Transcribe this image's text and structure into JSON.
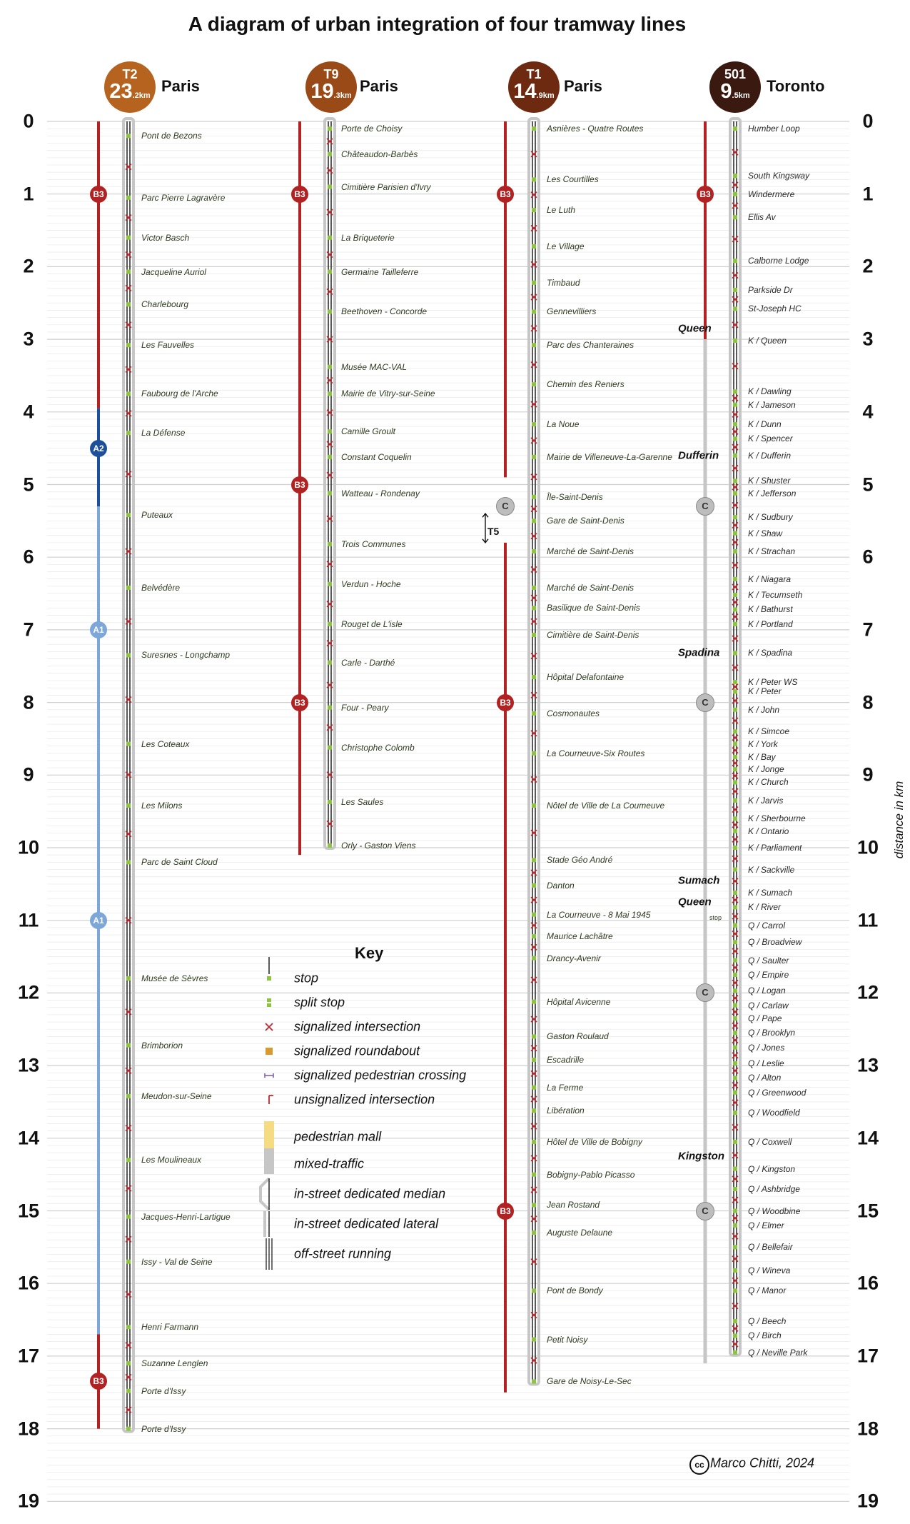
{
  "title": "A diagram of urban integration of four tramway lines",
  "y_axis": {
    "label": "distance in km",
    "ticks": [
      0,
      1,
      2,
      3,
      4,
      5,
      6,
      7,
      8,
      9,
      10,
      11,
      12,
      13,
      14,
      15,
      16,
      17,
      18,
      19
    ],
    "range": [
      0,
      19
    ]
  },
  "lines": [
    {
      "id": "T2",
      "length_int": "23",
      "length_dec": ".2km",
      "city": "Paris",
      "color": "#b5631f",
      "stops": [
        {
          "name": "Pont de Bezons",
          "km": 0.2
        },
        {
          "name": "Parc Pierre Lagravère",
          "km": 1.05
        },
        {
          "name": "Victor Basch",
          "km": 1.6
        },
        {
          "name": "Jacqueline Auriol",
          "km": 2.07
        },
        {
          "name": "Charlebourg",
          "km": 2.52
        },
        {
          "name": "Les Fauvelles",
          "km": 3.08
        },
        {
          "name": "Faubourg de l'Arche",
          "km": 3.75
        },
        {
          "name": "La Défense",
          "km": 4.29
        },
        {
          "name": "Puteaux",
          "km": 5.42
        },
        {
          "name": "Belvédère",
          "km": 6.42
        },
        {
          "name": "Suresnes - Longchamp",
          "km": 7.35
        },
        {
          "name": "Les Coteaux",
          "km": 8.57
        },
        {
          "name": "Les Milons",
          "km": 9.42
        },
        {
          "name": "Parc de Saint Cloud",
          "km": 10.2
        },
        {
          "name": "Musée de Sèvres",
          "km": 11.8
        },
        {
          "name": "Brimborion",
          "km": 12.72
        },
        {
          "name": "Meudon-sur-Seine",
          "km": 13.42
        },
        {
          "name": "Les Moulineaux",
          "km": 14.3
        },
        {
          "name": "Jacques-Henri-Lartigue",
          "km": 15.08
        },
        {
          "name": "Issy - Val de Seine",
          "km": 15.7
        },
        {
          "name": "Henri Farmann",
          "km": 16.6
        },
        {
          "name": "Suzanne Lenglen",
          "km": 17.1
        },
        {
          "name": "Porte d'Issy",
          "km": 17.48
        },
        {
          "name": "Porte d'Issy",
          "km": 18.0
        }
      ],
      "bus": [
        {
          "label": "B3",
          "km": 1.0,
          "color": "#b22222"
        },
        {
          "label": "A2",
          "km": 4.5,
          "color": "#1d4f9a"
        },
        {
          "label": "A1",
          "km": 7.0,
          "color": "#7da6d9"
        },
        {
          "label": "A1",
          "km": 11.0,
          "color": "#7da6d9"
        },
        {
          "label": "B3",
          "km": 17.35,
          "color": "#b22222"
        }
      ]
    },
    {
      "id": "T9",
      "length_int": "19",
      "length_dec": ".3km",
      "city": "Paris",
      "color": "#9a4a16",
      "stops": [
        {
          "name": "Porte de Choisy",
          "km": 0.1
        },
        {
          "name": "Châteaudon-Barbès",
          "km": 0.45
        },
        {
          "name": "Cimitière Parisien d'Ivry",
          "km": 0.9
        },
        {
          "name": "La Briqueterie",
          "km": 1.6
        },
        {
          "name": "Germaine Tailleferre",
          "km": 2.07
        },
        {
          "name": "Beethoven - Concorde",
          "km": 2.62
        },
        {
          "name": "Musée MAC-VAL",
          "km": 3.38
        },
        {
          "name": "Mairie de Vitry-sur-Seine",
          "km": 3.75
        },
        {
          "name": "Camille Groult",
          "km": 4.27
        },
        {
          "name": "Constant Coquelin",
          "km": 4.62
        },
        {
          "name": "Watteau - Rondenay",
          "km": 5.12
        },
        {
          "name": "Trois Communes",
          "km": 5.82
        },
        {
          "name": "Verdun - Hoche",
          "km": 6.37
        },
        {
          "name": "Rouget de L'isle",
          "km": 6.92
        },
        {
          "name": "Carle - Darthé",
          "km": 7.45
        },
        {
          "name": "Four - Peary",
          "km": 8.07
        },
        {
          "name": "Christophe Colomb",
          "km": 8.62
        },
        {
          "name": "Les Saules",
          "km": 9.37
        },
        {
          "name": "Orly - Gaston Viens",
          "km": 9.97
        }
      ],
      "bus": [
        {
          "label": "B3",
          "km": 1.0,
          "color": "#b22222"
        },
        {
          "label": "B3",
          "km": 5.0,
          "color": "#b22222"
        },
        {
          "label": "B3",
          "km": 8.0,
          "color": "#b22222"
        }
      ]
    },
    {
      "id": "T1",
      "length_int": "14",
      "length_dec": ".9km",
      "city": "Paris",
      "color": "#6e2a10",
      "stops": [
        {
          "name": "Asnières - Quatre Routes",
          "km": 0.1
        },
        {
          "name": "Les Courtilles",
          "km": 0.8
        },
        {
          "name": "Le Luth",
          "km": 1.22
        },
        {
          "name": "Le Village",
          "km": 1.72
        },
        {
          "name": "Timbaud",
          "km": 2.22
        },
        {
          "name": "Gennevilliers",
          "km": 2.62
        },
        {
          "name": "Parc des Chanteraines",
          "km": 3.08
        },
        {
          "name": "Chemin des Reniers",
          "km": 3.62
        },
        {
          "name": "La Noue",
          "km": 4.17
        },
        {
          "name": "Mairie de Villeneuve-La-Garenne",
          "km": 4.62
        },
        {
          "name": "Île-Saint-Denis",
          "km": 5.17
        },
        {
          "name": "Gare de Saint-Denis",
          "km": 5.5
        },
        {
          "name": "Marché de Saint-Denis",
          "km": 5.92
        },
        {
          "name": "Marché de Saint-Denis",
          "km": 6.42
        },
        {
          "name": "Basilique de Saint-Denis",
          "km": 6.7
        },
        {
          "name": "Cimitière de Saint-Denis",
          "km": 7.07
        },
        {
          "name": "Hôpital Delafontaine",
          "km": 7.65
        },
        {
          "name": "Cosmonautes",
          "km": 8.15
        },
        {
          "name": "La Courneuve-Six Routes",
          "km": 8.7
        },
        {
          "name": "Nôtel de Ville de La Coumeuve",
          "km": 9.42
        },
        {
          "name": "Stade Géo André",
          "km": 10.17
        },
        {
          "name": "Danton",
          "km": 10.52
        },
        {
          "name": "La Courneuve - 8 Mai 1945",
          "km": 10.92
        },
        {
          "name": "Maurice Lachâtre",
          "km": 11.22
        },
        {
          "name": "Drancy-Avenir",
          "km": 11.52
        },
        {
          "name": "Hôpital Avicenne",
          "km": 12.12
        },
        {
          "name": "Gaston Roulaud",
          "km": 12.6
        },
        {
          "name": "Escadrille",
          "km": 12.92
        },
        {
          "name": "La Ferme",
          "km": 13.3
        },
        {
          "name": "Libération",
          "km": 13.62
        },
        {
          "name": "Hôtel de Ville de Bobigny",
          "km": 14.05
        },
        {
          "name": "Bobigny-Pablo Picasso",
          "km": 14.5
        },
        {
          "name": "Jean Rostand",
          "km": 14.92
        },
        {
          "name": "Auguste Delaune",
          "km": 15.3
        },
        {
          "name": "Pont de Bondy",
          "km": 16.1
        },
        {
          "name": "Petit Noisy",
          "km": 16.77
        },
        {
          "name": "Gare de Noisy-Le-Sec",
          "km": 17.35
        }
      ],
      "bus": [
        {
          "label": "B3",
          "km": 1.0,
          "color": "#b22222"
        },
        {
          "label": "B3",
          "km": 8.0,
          "color": "#b22222"
        },
        {
          "label": "B3",
          "km": 15.0,
          "color": "#b22222"
        }
      ],
      "c_badges": [
        5.3
      ],
      "t5_label": "T5"
    },
    {
      "id": "501",
      "length_int": "9",
      "length_dec": ".5km",
      "city": "Toronto",
      "color": "#3a1a10",
      "stops": [
        {
          "name": "Humber Loop",
          "km": 0.1
        },
        {
          "name": "South Kingsway",
          "km": 0.75
        },
        {
          "name": "Windermere",
          "km": 1.0
        },
        {
          "name": "Ellis Av",
          "km": 1.32
        },
        {
          "name": "Calborne Lodge",
          "km": 1.92
        },
        {
          "name": "Parkside Dr",
          "km": 2.32
        },
        {
          "name": "St-Joseph HC",
          "km": 2.58
        },
        {
          "name": "K / Queen",
          "km": 3.02
        },
        {
          "name": "K / Dawling",
          "km": 3.72
        },
        {
          "name": "K / Jameson",
          "km": 3.9
        },
        {
          "name": "K / Dunn",
          "km": 4.17
        },
        {
          "name": "K / Spencer",
          "km": 4.37
        },
        {
          "name": "K / Dufferin",
          "km": 4.6
        },
        {
          "name": "K / Shuster",
          "km": 4.95
        },
        {
          "name": "K / Jefferson",
          "km": 5.12
        },
        {
          "name": "K / Sudbury",
          "km": 5.45
        },
        {
          "name": "K / Shaw",
          "km": 5.67
        },
        {
          "name": "K / Strachan",
          "km": 5.92
        },
        {
          "name": "K / Niagara",
          "km": 6.3
        },
        {
          "name": "K / Tecumseth",
          "km": 6.52
        },
        {
          "name": "K / Bathurst",
          "km": 6.72
        },
        {
          "name": "K / Portland",
          "km": 6.92
        },
        {
          "name": "K / Spadina",
          "km": 7.32
        },
        {
          "name": "K / Peter WS",
          "km": 7.72
        },
        {
          "name": "K / Peter",
          "km": 7.85
        },
        {
          "name": "K / John",
          "km": 8.1
        },
        {
          "name": "K / Simcoe",
          "km": 8.4
        },
        {
          "name": "K / York",
          "km": 8.57
        },
        {
          "name": "K / Bay",
          "km": 8.75
        },
        {
          "name": "K / Jonge",
          "km": 8.92
        },
        {
          "name": "K / Church",
          "km": 9.1
        },
        {
          "name": "K / Jarvis",
          "km": 9.35
        },
        {
          "name": "K / Sherbourne",
          "km": 9.6
        },
        {
          "name": "K / Ontario",
          "km": 9.77
        },
        {
          "name": "K / Parliament",
          "km": 10.0
        },
        {
          "name": "K / Sackville",
          "km": 10.3
        },
        {
          "name": "K / Sumach",
          "km": 10.62
        },
        {
          "name": "K / River",
          "km": 10.82
        },
        {
          "name": "Q / Carrol",
          "km": 11.07
        },
        {
          "name": "Q / Broadview",
          "km": 11.3
        },
        {
          "name": "Q / Saulter",
          "km": 11.55
        },
        {
          "name": "Q / Empire",
          "km": 11.75
        },
        {
          "name": "Q / Logan",
          "km": 11.97
        },
        {
          "name": "Q / Carlaw",
          "km": 12.17
        },
        {
          "name": "Q / Pape",
          "km": 12.35
        },
        {
          "name": "Q / Brooklyn",
          "km": 12.55
        },
        {
          "name": "Q / Jones",
          "km": 12.75
        },
        {
          "name": "Q / Leslie",
          "km": 12.97
        },
        {
          "name": "Q / Alton",
          "km": 13.17
        },
        {
          "name": "Q / Greenwood",
          "km": 13.37
        },
        {
          "name": "Q / Woodfield",
          "km": 13.65
        },
        {
          "name": "Q / Coxwell",
          "km": 14.05
        },
        {
          "name": "Q / Kingston",
          "km": 14.42
        },
        {
          "name": "Q / Ashbridge",
          "km": 14.7
        },
        {
          "name": "Q / Woodbine",
          "km": 15.0
        },
        {
          "name": "Q / Elmer",
          "km": 15.2
        },
        {
          "name": "Q / Bellefair",
          "km": 15.5
        },
        {
          "name": "Q / Wineva",
          "km": 15.82
        },
        {
          "name": "Q / Manor",
          "km": 16.1
        },
        {
          "name": "Q / Beech",
          "km": 16.52
        },
        {
          "name": "Q / Birch",
          "km": 16.72
        },
        {
          "name": "Q / Neville Park",
          "km": 16.95
        }
      ],
      "bus": [
        {
          "label": "B3",
          "km": 1.0,
          "color": "#b22222"
        }
      ],
      "c_badges": [
        5.3,
        8.0,
        12.0,
        15.0
      ],
      "callouts": [
        {
          "label": "Queen",
          "km": 2.85
        },
        {
          "label": "Dufferin",
          "km": 4.6
        },
        {
          "label": "Spadina",
          "km": 7.32
        },
        {
          "label": "Sumach",
          "km": 10.45
        },
        {
          "label": "Queen",
          "km": 10.75
        },
        {
          "label": "Kingston",
          "km": 14.25
        }
      ],
      "stop_note": "stop"
    }
  ],
  "key": {
    "title": "Key",
    "items": [
      "stop",
      "split stop",
      "signalized intersection",
      "signalized roundabout",
      "signalized pedestrian crossing",
      "unsignalized intersection",
      "pedestrian mall",
      "mixed-traffic",
      "in-street dedicated median",
      "in-street dedicated lateral",
      "off-street running"
    ]
  },
  "c_label": "C",
  "credit": "Marco Chitti, 2024",
  "credit_icon": "cc",
  "colors": {
    "grid": "#e3e3e3",
    "green_stop": "#8cc63f",
    "red_x": "#c1272d",
    "gray_track": "#c6c6c6",
    "purple_cross": "#8e6fb5",
    "orange_round": "#d99a2b",
    "mall": "#f5dc82"
  }
}
